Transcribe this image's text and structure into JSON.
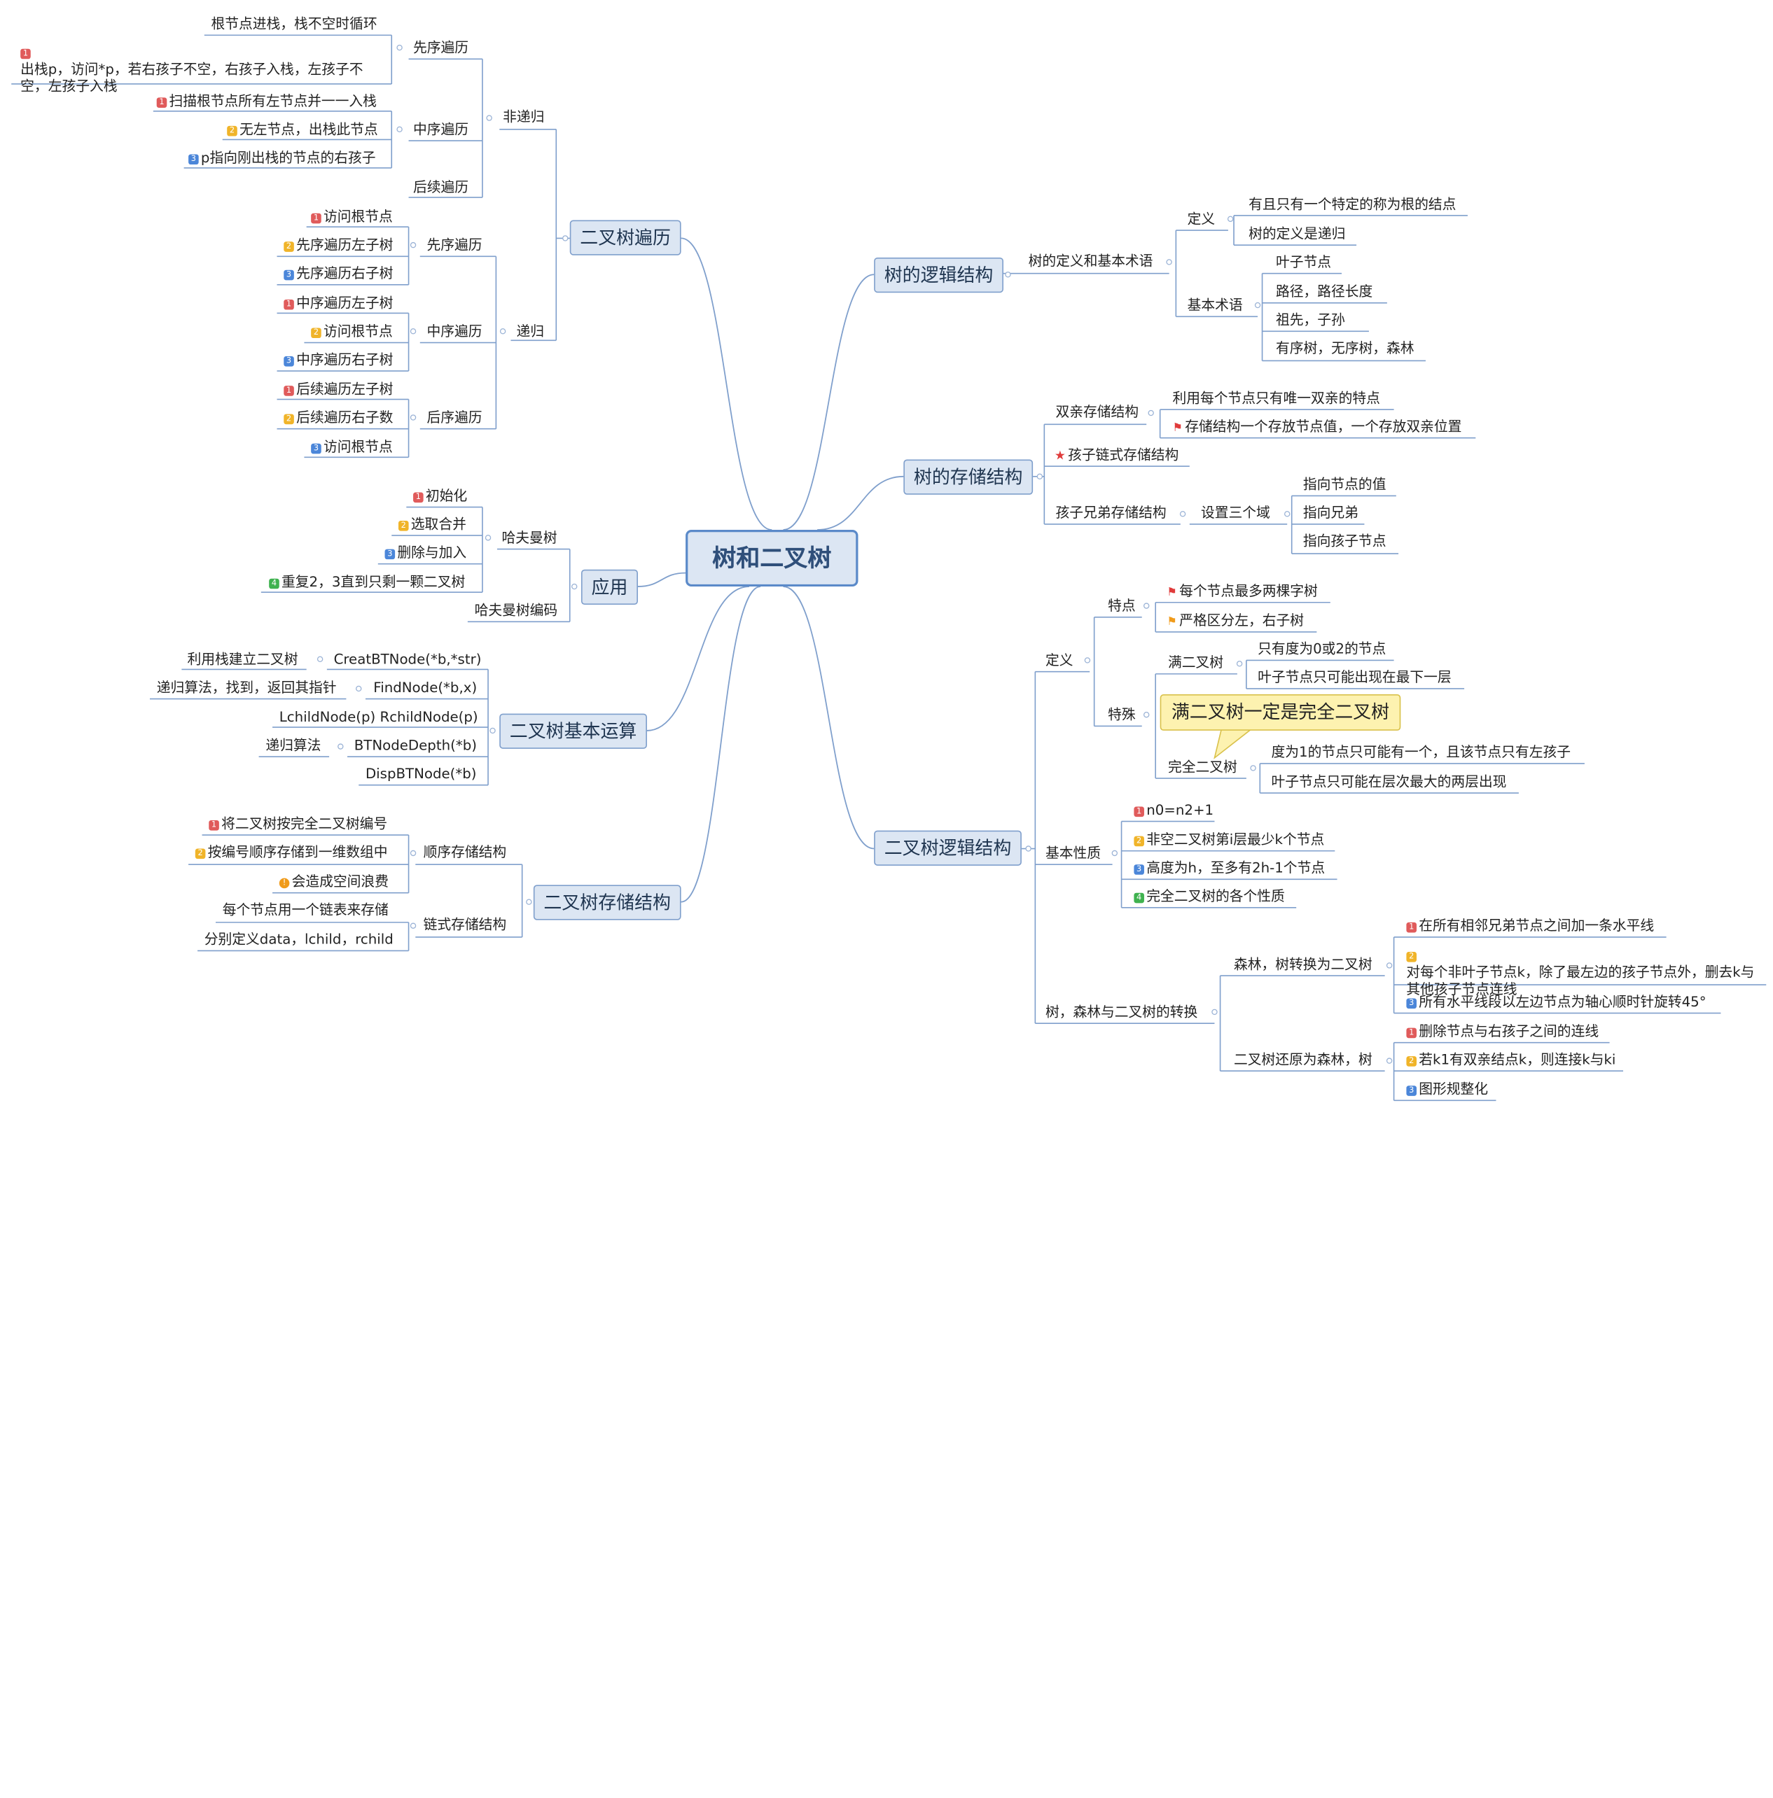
{
  "root": "树和二叉树",
  "branches": {
    "traversal": {
      "label": "二叉树遍历",
      "nonrec": {
        "label": "非递归",
        "pre": {
          "label": "先序遍历",
          "items": [
            "根节点进栈，栈不空时循环",
            "出栈p，访问*p，若右孩子不空，右孩子入栈，左孩子不空，左孩子入栈"
          ]
        },
        "in": {
          "label": "中序遍历",
          "items": [
            "扫描根节点所有左节点并一一入栈",
            "无左节点，出栈此节点",
            "p指向刚出栈的节点的右孩子"
          ]
        },
        "post": {
          "label": "后续遍历"
        }
      },
      "rec": {
        "label": "递归",
        "pre": {
          "label": "先序遍历",
          "items": [
            "访问根节点",
            "先序遍历左子树",
            "先序遍历右子树"
          ]
        },
        "in": {
          "label": "中序遍历",
          "items": [
            "中序遍历左子树",
            "访问根节点",
            "中序遍历右子树"
          ]
        },
        "post": {
          "label": "后序遍历",
          "items": [
            "后续遍历左子树",
            "后续遍历右子数",
            "访问根节点"
          ]
        }
      }
    },
    "app": {
      "label": "应用",
      "huffman": {
        "label": "哈夫曼树",
        "items": [
          "初始化",
          "选取合并",
          "删除与加入",
          "重复2，3直到只剩一颗二叉树"
        ]
      },
      "coding": {
        "label": "哈夫曼树编码"
      }
    },
    "ops": {
      "label": "二叉树基本运算",
      "items": [
        {
          "label": "CreatBTNode(*b,*str)",
          "note": "利用栈建立二叉树"
        },
        {
          "label": "FindNode(*b,x)",
          "note": "递归算法，找到，返回其指针"
        },
        {
          "label": "LchildNode(p) RchildNode(p)"
        },
        {
          "label": "BTNodeDepth(*b)",
          "note": "递归算法"
        },
        {
          "label": "DispBTNode(*b)"
        }
      ]
    },
    "storage": {
      "label": "二叉树存储结构",
      "seq": {
        "label": "顺序存储结构",
        "items": [
          "将二叉树按完全二叉树编号",
          "按编号顺序存储到一维数组中",
          "会造成空间浪费"
        ]
      },
      "chain": {
        "label": "链式存储结构",
        "items": [
          "每个节点用一个链表来存储",
          "分别定义data，lchild，rchild"
        ]
      }
    },
    "logic": {
      "label": "树的逻辑结构",
      "term": {
        "label": "树的定义和基本术语",
        "def": {
          "label": "定义",
          "items": [
            "有且只有一个特定的称为根的结点",
            "树的定义是递归"
          ]
        },
        "basic": {
          "label": "基本术语",
          "items": [
            "叶子节点",
            "路径，路径长度",
            "祖先，子孙",
            "有序树，无序树，森林"
          ]
        }
      }
    },
    "tstore": {
      "label": "树的存储结构",
      "parent": {
        "label": "双亲存储结构",
        "items": [
          "利用每个节点只有唯一双亲的特点",
          "存储结构一个存放节点值，一个存放双亲位置"
        ]
      },
      "childchain": {
        "label": "孩子链式存储结构"
      },
      "sibling": {
        "label": "孩子兄弟存储结构",
        "three": "设置三个域",
        "items": [
          "指向节点的值",
          "指向兄弟",
          "指向孩子节点"
        ]
      }
    },
    "btlogic": {
      "label": "二叉树逻辑结构",
      "def": {
        "label": "定义",
        "feature": {
          "label": "特点",
          "items": [
            "每个节点最多两棵字树",
            "严格区分左，右子树"
          ]
        },
        "special": {
          "label": "特殊",
          "full": {
            "label": "满二叉树",
            "items": [
              "只有度为0或2的节点",
              "叶子节点只可能出现在最下一层"
            ]
          },
          "complete": {
            "label": "完全二叉树",
            "items": [
              "度为1的节点只可能有一个，且该节点只有左孩子",
              "叶子节点只可能在层次最大的两层出现"
            ]
          },
          "callout": "满二叉树一定是完全二叉树"
        }
      },
      "props": {
        "label": "基本性质",
        "items": [
          "n0=n2+1",
          "非空二叉树第i层最少k个节点",
          "高度为h，至多有2h-1个节点",
          "完全二叉树的各个性质"
        ]
      },
      "convert": {
        "label": "树，森林与二叉树的转换",
        "toBT": {
          "label": "森林，树转换为二叉树",
          "items": [
            "在所有相邻兄弟节点之间加一条水平线",
            "对每个非叶子节点k，除了最左边的孩子节点外，删去k与其他孩子节点连线",
            "所有水平线段以左边节点为轴心顺时针旋转45°"
          ]
        },
        "back": {
          "label": "二叉树还原为森林，树",
          "items": [
            "删除节点与右孩子之间的连线",
            "若k1有双亲结点k，则连接k与ki",
            "图形规整化"
          ]
        }
      }
    }
  },
  "colors": {
    "line": "#7f9fcc",
    "mainFill": "#dce6f3",
    "rootBorder": "#5b8ac9",
    "callout": "#fdf2b0",
    "red": "#e05b5b",
    "orange": "#f0b429",
    "blue": "#4b86d9",
    "green": "#3fb24f"
  }
}
